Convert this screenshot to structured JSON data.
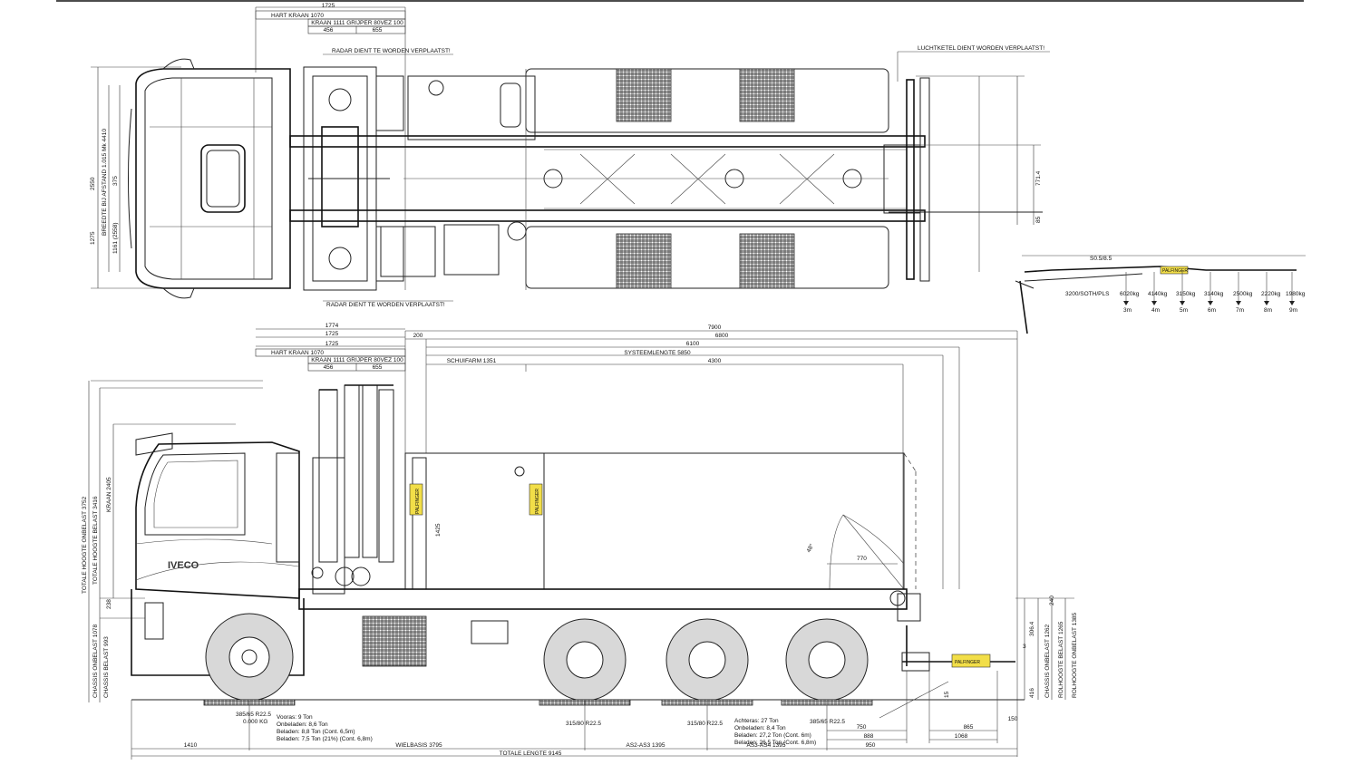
{
  "top_view": {
    "dims": {
      "d1725": "1725",
      "hart_kraan": "HART KRAAN 1070",
      "kraan_grijper": "KRAAN 1111 GRIJPER 80VEZ 100",
      "d456": "456",
      "d655": "655"
    },
    "notes": {
      "radar_top": "RADAR DIENT TE WORDEN VERPLAATST!",
      "radar_bottom": "RADAR DIENT TE WORDEN VERPLAATST!",
      "luchtketel": "LUCHTKETEL DIENT WORDEN VERPLAATST!"
    },
    "left_dims": {
      "width": "2550",
      "d1275": "1275",
      "brt": "BREEDTE BIJ AFSTAND 1.015 Mk 4410",
      "d375": "375",
      "d1161": "1161 (2558)"
    },
    "right_dims": {
      "d771": "771.4",
      "d85": "85"
    }
  },
  "crane_diagram": {
    "top_label": "S0.5/8.5",
    "brand": "PALFINGER",
    "load_labels": [
      "3200/SOTH/PLS",
      "6020kg",
      "4140kg",
      "3150kg",
      "3140kg",
      "2500kg",
      "2220kg",
      "1980kg"
    ],
    "reach_labels": [
      "3m",
      "4m",
      "5m",
      "6m",
      "7m",
      "8m",
      "9m"
    ]
  },
  "side_view": {
    "top_dims": {
      "d1774": "1774",
      "d1725a": "1725",
      "d1725b": "1725",
      "hart_kraan": "HART KRAAN 1070",
      "kraan_grijper": "KRAAN 1111 GRIJPER 80VEZ 100",
      "d456": "456",
      "d655": "655",
      "d200": "200",
      "d7900": "7900",
      "d6800": "6800",
      "d6100": "6100",
      "systeemlengte": "SYSTEEMLENGTE 5850",
      "schuifarm": "SCHUIFARM 1351",
      "d4300": "4300"
    },
    "left_vertical": {
      "totale_onbelast": "TOTALE HOOGTE ONBELAST 3752",
      "totale_belast": "TOTALE HOOGTE BELAST 3416",
      "kraan": "KRAAN 2405",
      "chassis_onbelast": "CHASSIS ONBELAST 1078",
      "chassis_belast": "CHASSIS BELAST 993",
      "d238": "238"
    },
    "right_vertical": {
      "chassis_onbelast": "CHASSIS ONBELAST 1262",
      "rolhoogte_belast": "ROLHOOGTE BELAST 1265",
      "rolhoogte_onbelast": "ROLHOOGTE ONBELAST 1385",
      "d240": "240",
      "d306": "306.4",
      "d416": "416"
    },
    "vehicle": {
      "brand": "IVECO",
      "palfinger": "PALFINGER",
      "d1425": "1425",
      "d770": "770",
      "angle": "48°",
      "d3": "3",
      "d15": "15"
    },
    "tires": {
      "front": "385/65 R22.5",
      "front_sub": "0.000 KG",
      "mid1": "315/80 R22.5",
      "mid2": "315/80 R22.5",
      "rear": "385/65 R22.5"
    },
    "front_loads": [
      "Vooras: 9 Ton",
      "Onbeladen: 8,6 Ton",
      "Beladen: 8,8 Ton (Cont. 6,5m)",
      "Beladen: 7,5 Ton (21%) (Cont. 6,8m)"
    ],
    "rear_loads": [
      "Achteras: 27 Ton",
      "Onbeladen: 8,4 Ton",
      "Beladen: 27,2 Ton (Cont. 6m)",
      "Beladen: 26,5 Ton (Cont. 6,8m)"
    ],
    "bottom_dims": {
      "d1410": "1410",
      "wielbasis": "WIELBASIS 3795",
      "as2as3": "AS2-AS3 1395",
      "totale_lengte": "TOTALE LENGTE 9145",
      "d750": "750",
      "d888": "888",
      "d950": "950",
      "d865": "865",
      "d1068": "1068",
      "d150": "150",
      "as3as4": "AS3-AS4 1395"
    }
  }
}
